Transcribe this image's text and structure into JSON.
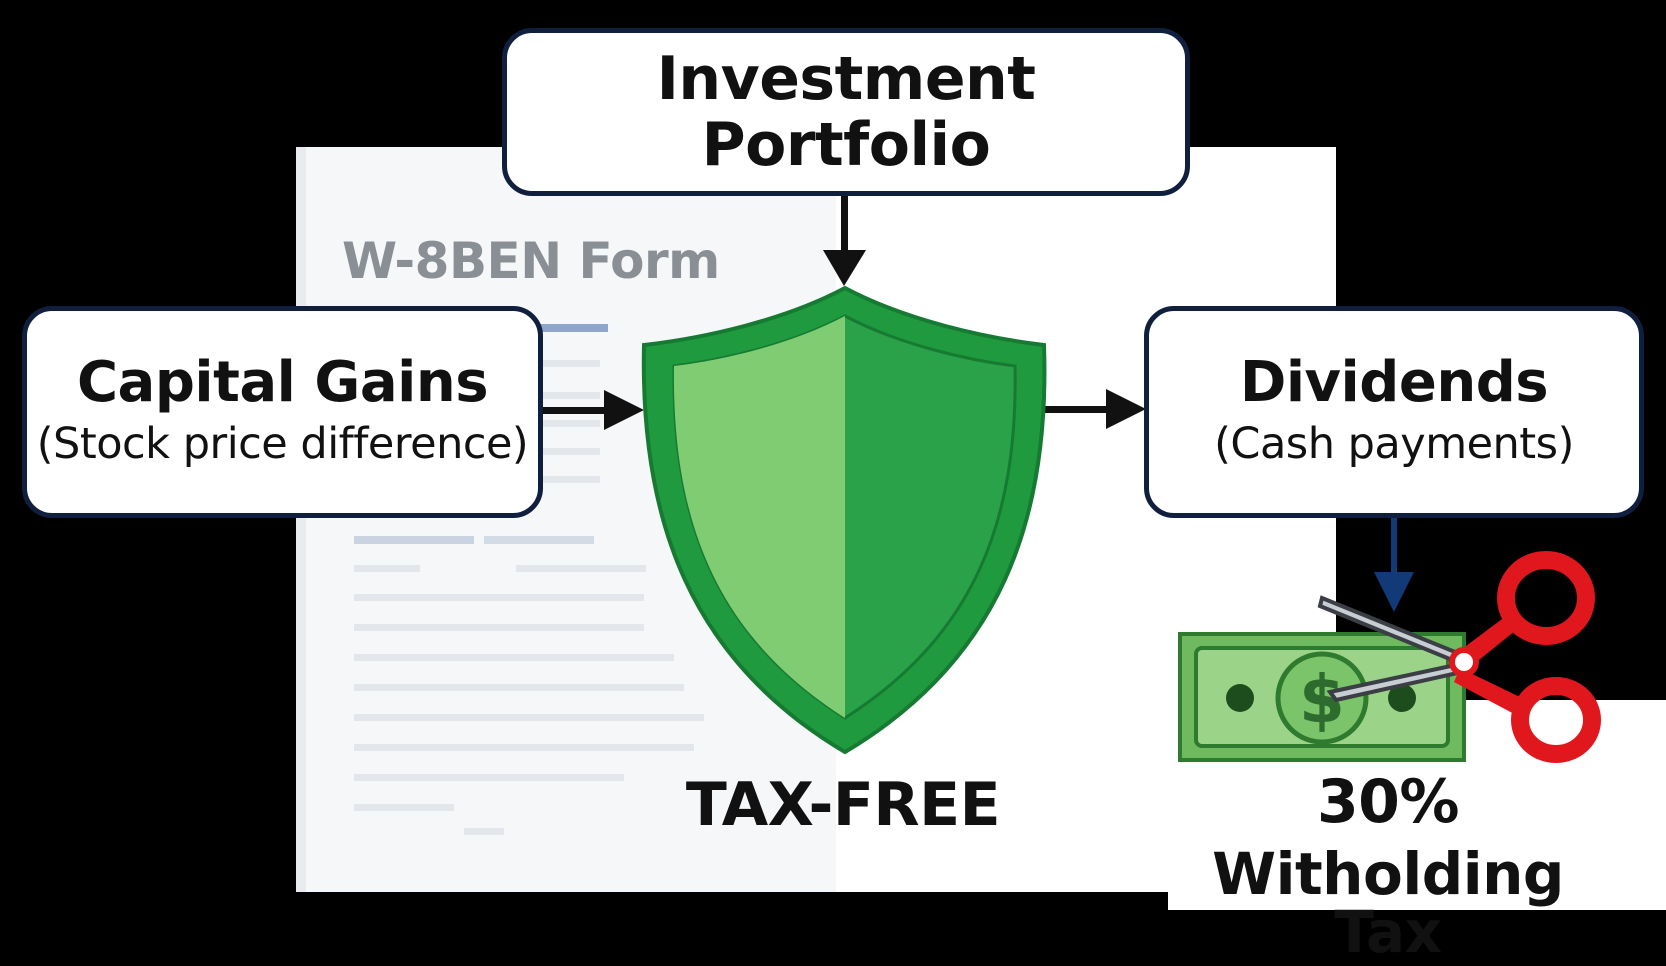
{
  "form": {
    "title": "W-8BEN Form"
  },
  "nodes": {
    "portfolio": {
      "title": "Investment Portfolio"
    },
    "capital_gains": {
      "title": "Capital Gains",
      "subtitle": "(Stock price difference)"
    },
    "dividends": {
      "title": "Dividends",
      "subtitle": "(Cash payments)"
    }
  },
  "shield": {
    "label": "TAX-FREE",
    "icon": "shield-icon"
  },
  "withholding": {
    "percent": "30%",
    "label": "Witholding Tax",
    "icons": [
      "dollar-bill-icon",
      "scissors-icon"
    ]
  },
  "colors": {
    "box_border": "#0f1f3d",
    "arrow": "#111111",
    "arrow_blue": "#123a78",
    "shield_dark": "#1f9a3f",
    "shield_mid": "#2aa24a",
    "shield_light": "#7fcc72",
    "bill_green": "#7cc46a",
    "scissors_red": "#e0171c"
  }
}
